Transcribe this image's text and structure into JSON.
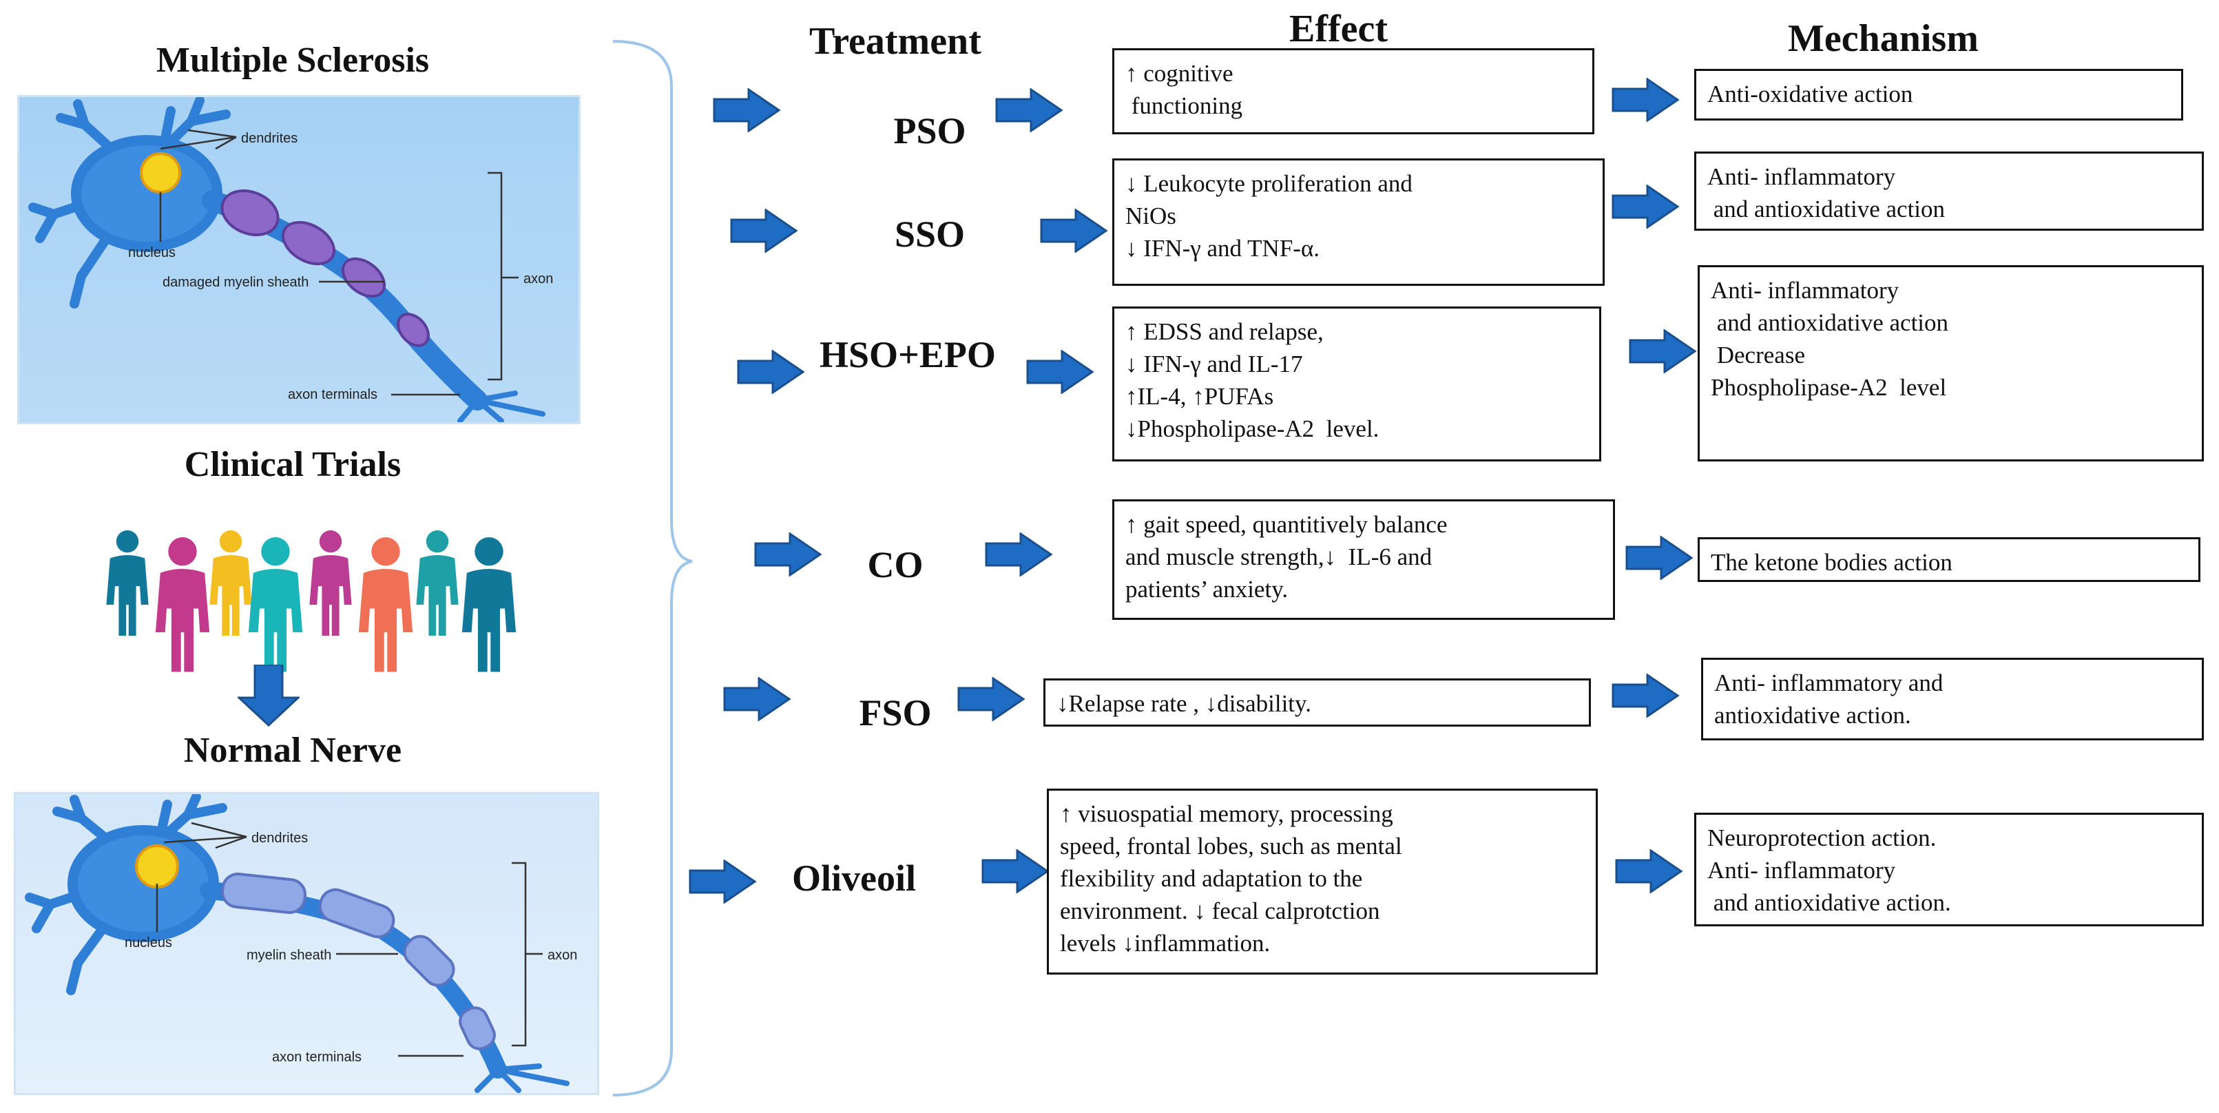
{
  "colors": {
    "arrow": "#1f6cc4",
    "arrow_edge": "#1a4f8e",
    "panel_top": "#a6d1f4",
    "panel_bottom": "#dfeefb",
    "brace": "#9ec5ea",
    "neuron": "#2f7fd6",
    "nucleus": "#f5d21e",
    "myelin_damaged": "#8d68c9",
    "myelin_normal": "#8fa8e6",
    "box_border": "#111111"
  },
  "left": {
    "ms_title": "Multiple Sclerosis",
    "ms_labels": {
      "dendrites": "dendrites",
      "nucleus": "nucleus",
      "myelin": "damaged myelin sheath",
      "axon": "axon",
      "terminals": "axon terminals"
    },
    "trials_title": "Clinical Trials",
    "people_colors": [
      "#12789a",
      "#c33a8c",
      "#f3be20",
      "#19b5b8",
      "#ba3c93",
      "#f07056",
      "#1f9fa6",
      "#12789a"
    ],
    "normal_title": "Normal Nerve",
    "normal_labels": {
      "dendrites": "dendrites",
      "nucleus": "nucleus",
      "myelin": "myelin sheath",
      "axon": "axon",
      "terminals": "axon terminals"
    }
  },
  "headers": {
    "treatment": "Treatment",
    "effect": "Effect",
    "mechanism": "Mechanism"
  },
  "rows": [
    {
      "treatment": [
        "PSO"
      ],
      "effect": [
        "↑ cognitive",
        " functioning"
      ],
      "mechanism": [
        "Anti-oxidative action"
      ]
    },
    {
      "treatment": [
        "SSO"
      ],
      "effect": [
        "↓ Leukocyte proliferation and",
        "NiOs",
        "↓ IFN-γ and TNF-α."
      ],
      "mechanism": [
        "Anti- inflammatory",
        " and antioxidative action"
      ]
    },
    {
      "treatment": [
        "HSO",
        "+EPO"
      ],
      "effect": [
        "↑ EDSS and relapse,",
        "↓ IFN-γ and IL-17",
        "↑IL-4, ↑PUFAs",
        "↓Phospholipase-A2  level."
      ],
      "mechanism": [
        "Anti- inflammatory",
        " and antioxidative action",
        " Decrease",
        "Phospholipase-A2  level"
      ]
    },
    {
      "treatment": [
        "CO"
      ],
      "effect": [
        "↑ gait speed, quantitively balance",
        "and muscle strength,↓  IL-6 and",
        "patients’ anxiety."
      ],
      "mechanism": [
        "The ketone bodies action"
      ]
    },
    {
      "treatment": [
        "FSO"
      ],
      "effect": [
        "↓Relapse rate , ↓disability."
      ],
      "mechanism": [
        "Anti- inflammatory and",
        "antioxidative action."
      ]
    },
    {
      "treatment": [
        "Olive",
        "oil"
      ],
      "effect": [
        "↑ visuospatial memory, processing",
        "speed, frontal lobes, such as mental",
        "flexibility and adaptation to the",
        "environment. ↓ fecal calprotction",
        "levels ↓inflammation."
      ],
      "mechanism": [
        "Neuroprotection action.",
        "Anti- inflammatory",
        " and antioxidative action."
      ]
    }
  ]
}
